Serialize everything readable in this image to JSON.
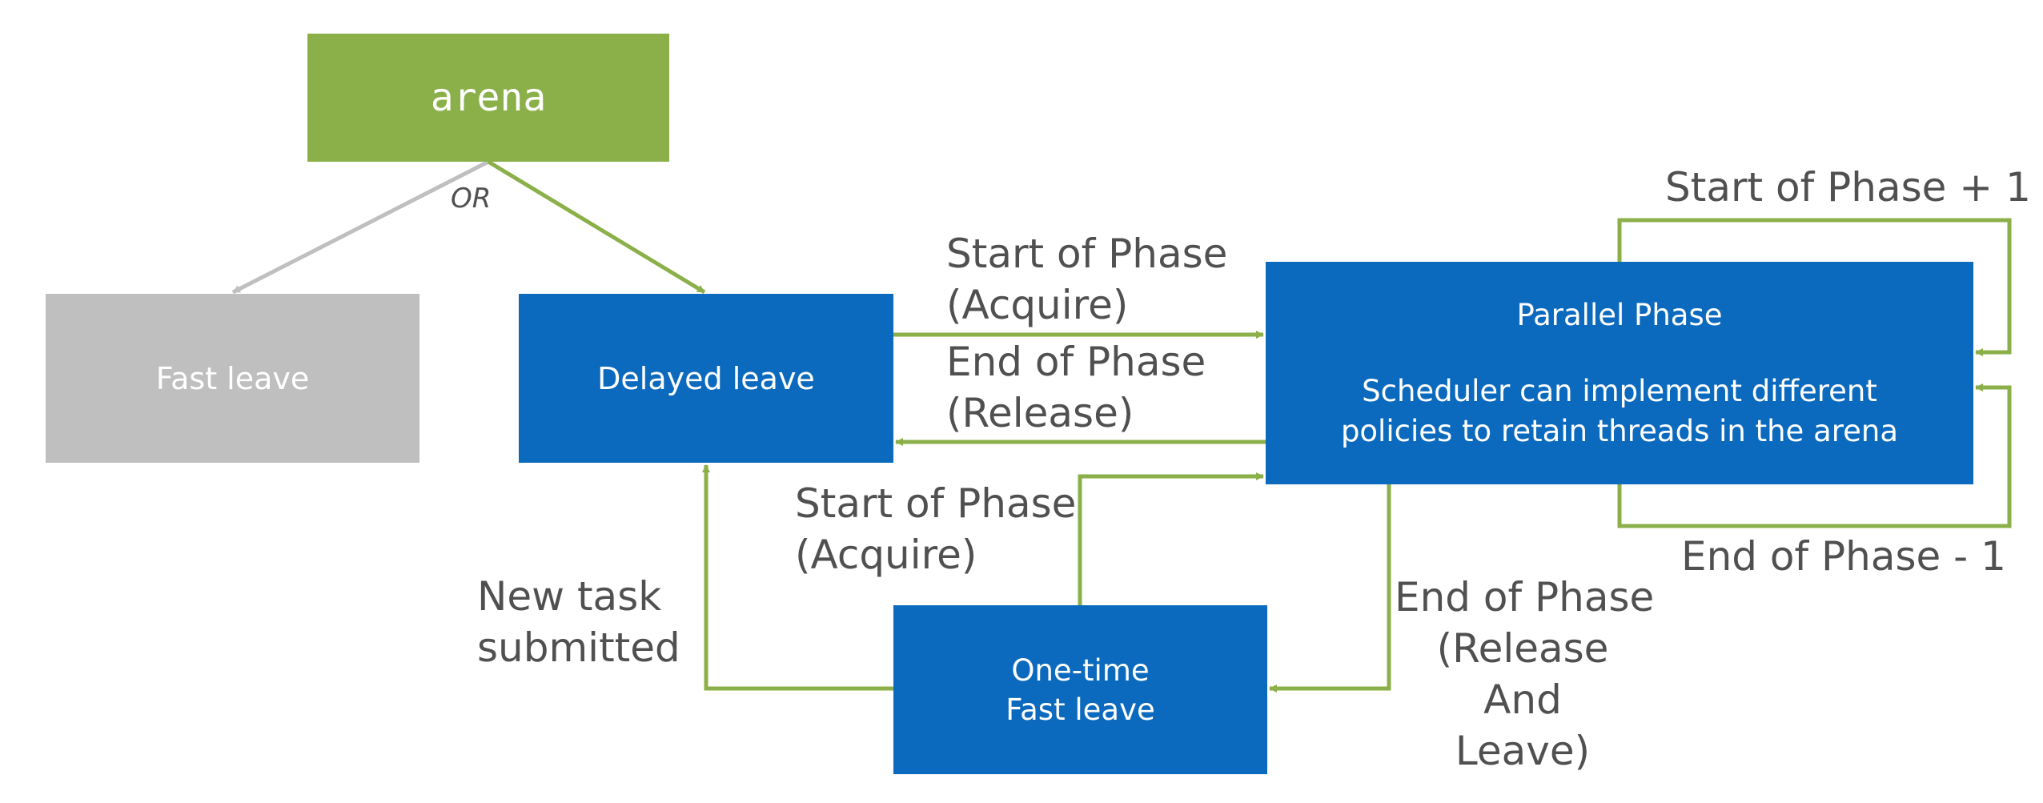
{
  "nodes": {
    "arena": "arena",
    "fast_leave": "Fast leave",
    "delayed_leave": "Delayed leave",
    "parallel_phase": {
      "title": "Parallel Phase",
      "line1": "Scheduler can implement different",
      "line2": "policies to retain threads in the arena"
    },
    "one_time": {
      "line1": "One-time",
      "line2": "Fast leave"
    }
  },
  "edge_labels": {
    "or": "OR",
    "start_acquire_top": {
      "line1": "Start of Phase",
      "line2": "(Acquire)"
    },
    "end_release": {
      "line1": "End of Phase",
      "line2": "(Release)"
    },
    "start_acquire_bottom": {
      "line1": "Start of Phase",
      "line2": "(Acquire)"
    },
    "new_task": {
      "line1": "New task",
      "line2": "submitted"
    },
    "end_release_leave": {
      "line1": "End of Phase",
      "line2": "(Release",
      "line3": "And",
      "line4": "Leave)"
    },
    "phase_plus": "Start of Phase + 1",
    "phase_minus": "End of Phase - 1"
  },
  "colors": {
    "green": "#8bb04a",
    "blue": "#0b6abd",
    "gray": "#bfbfbf",
    "text": "#505050"
  }
}
